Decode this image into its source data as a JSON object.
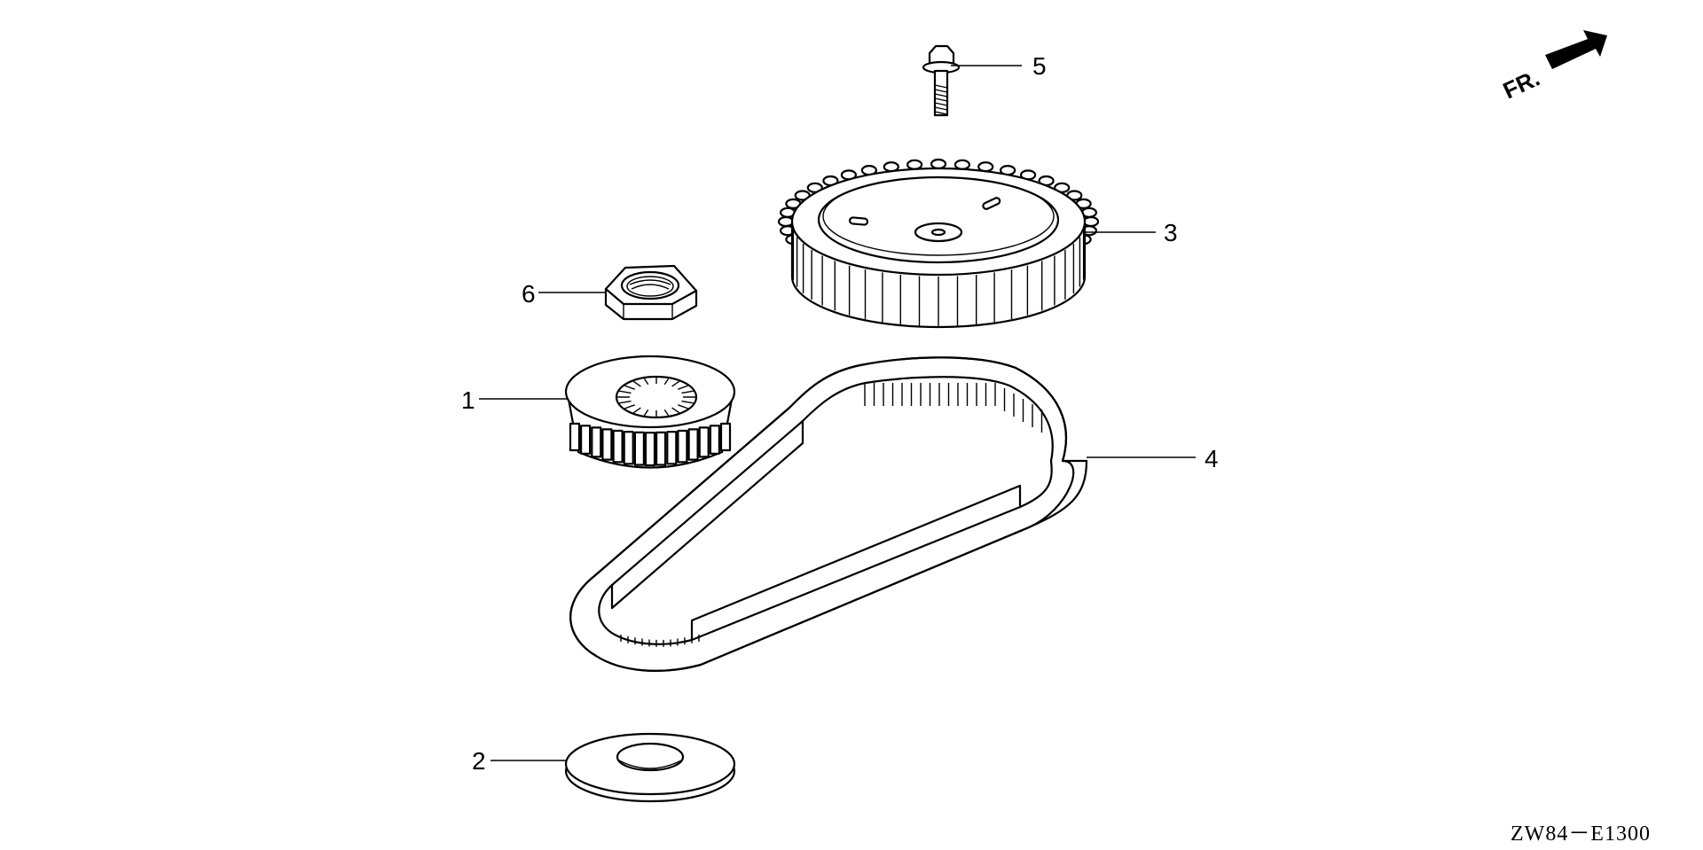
{
  "diagram": {
    "parts": [
      {
        "callout": "1",
        "name": "small-pulley"
      },
      {
        "callout": "2",
        "name": "belt-guide-plate"
      },
      {
        "callout": "3",
        "name": "large-pulley"
      },
      {
        "callout": "4",
        "name": "timing-belt"
      },
      {
        "callout": "5",
        "name": "flange-bolt"
      },
      {
        "callout": "6",
        "name": "hex-nut"
      }
    ],
    "direction_label": "FR.",
    "reference_code": "ZW84－E1300"
  }
}
